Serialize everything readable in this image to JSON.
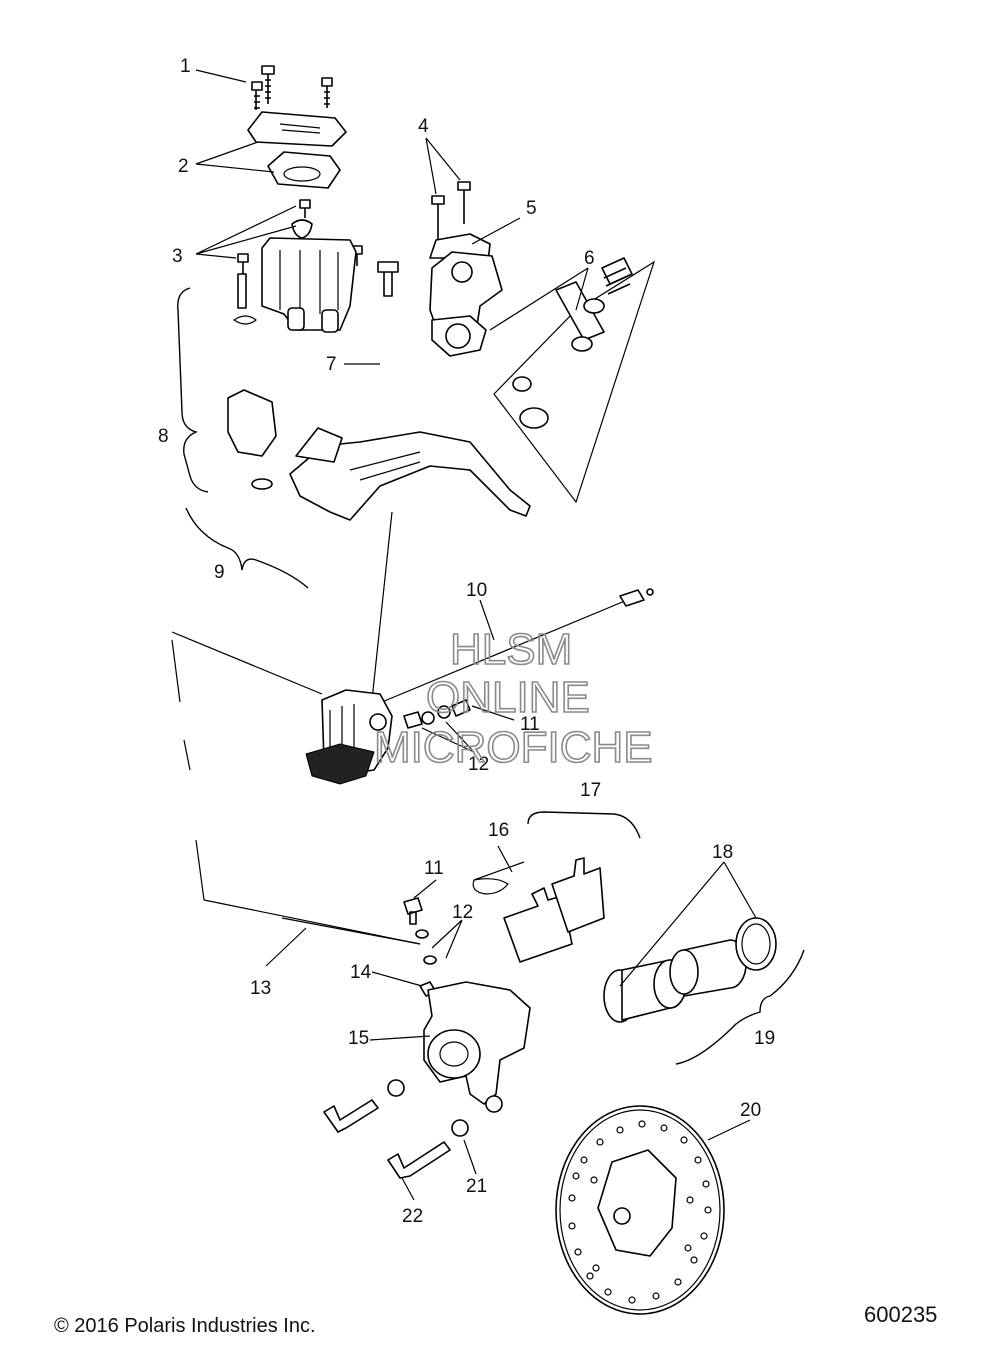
{
  "callouts": {
    "c1": "1",
    "c2": "2",
    "c3": "3",
    "c4": "4",
    "c5": "5",
    "c6": "6",
    "c7": "7",
    "c8": "8",
    "c9": "9",
    "c10": "10",
    "c11a": "11",
    "c12a": "12",
    "c11b": "11",
    "c12b": "12",
    "c13": "13",
    "c14": "14",
    "c15": "15",
    "c16": "16",
    "c17": "17",
    "c18": "18",
    "c19": "19",
    "c20": "20",
    "c21": "21",
    "c22": "22"
  },
  "watermark": {
    "line1": "HLSM",
    "line2": "ONLINE",
    "line3": "MICROFICHE"
  },
  "footer": {
    "copyright": "© 2016 Polaris Industries Inc.",
    "figure_number": "600235"
  }
}
